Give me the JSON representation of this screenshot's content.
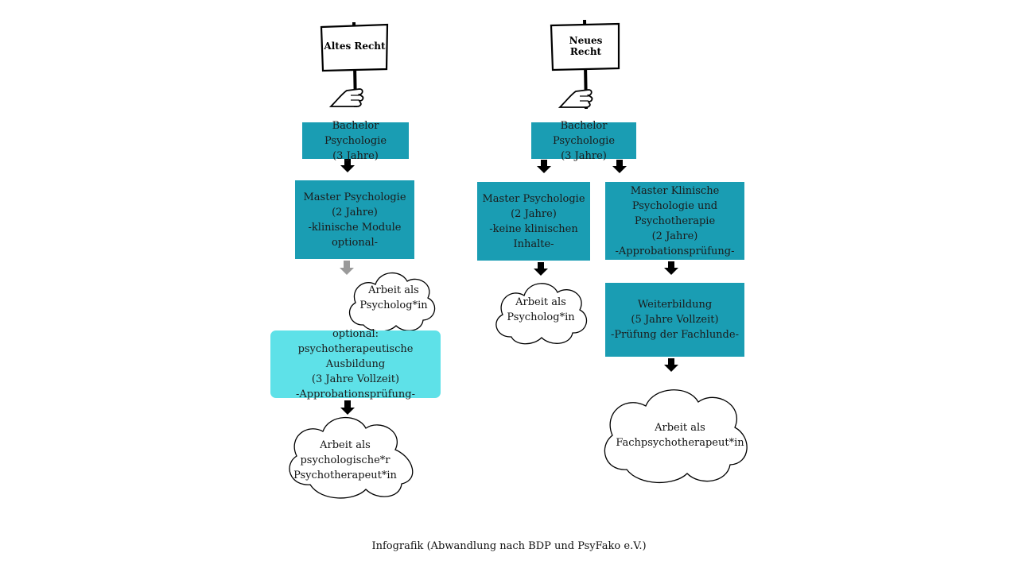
{
  "signs": {
    "old": "Altes Recht",
    "new": "Neues Recht"
  },
  "old_path": {
    "bachelor": "Bachelor Psychologie\n(3 Jahre)",
    "master": "Master Psychologie\n(2 Jahre)\n-klinische Module\noptional-",
    "cloud_psychologe": "Arbeit als\nPsycholog*in",
    "ausbildung": "optional:\npsychotherapeutische Ausbildung\n(3 Jahre Vollzeit)\n-Approbationsprüfung-",
    "cloud_therapeut": "Arbeit als\npsychologische*r\nPsychotherapeut*in"
  },
  "new_path": {
    "bachelor": "Bachelor Psychologie\n(3 Jahre)",
    "master_psych": "Master Psychologie\n(2 Jahre)\n-keine klinischen\nInhalte-",
    "master_klinisch": "Master Klinische\nPsychologie und\nPsychotherapie\n(2 Jahre)\n-Approbationsprüfung-",
    "weiterbildung": "Weiterbildung\n(5 Jahre Vollzeit)\n-Prüfung der Fachlunde-",
    "cloud_psychologe": "Arbeit als\nPsycholog*in",
    "cloud_fach": "Arbeit als\nFachpsychotherapeut*in"
  },
  "caption": "Infografik (Abwandlung nach BDP und PsyFako e.V.)",
  "colors": {
    "teal": "#1a9db3",
    "light_teal": "#5ee1e8",
    "arrow": "#000000",
    "arrow_gray": "#9a9a9a"
  }
}
